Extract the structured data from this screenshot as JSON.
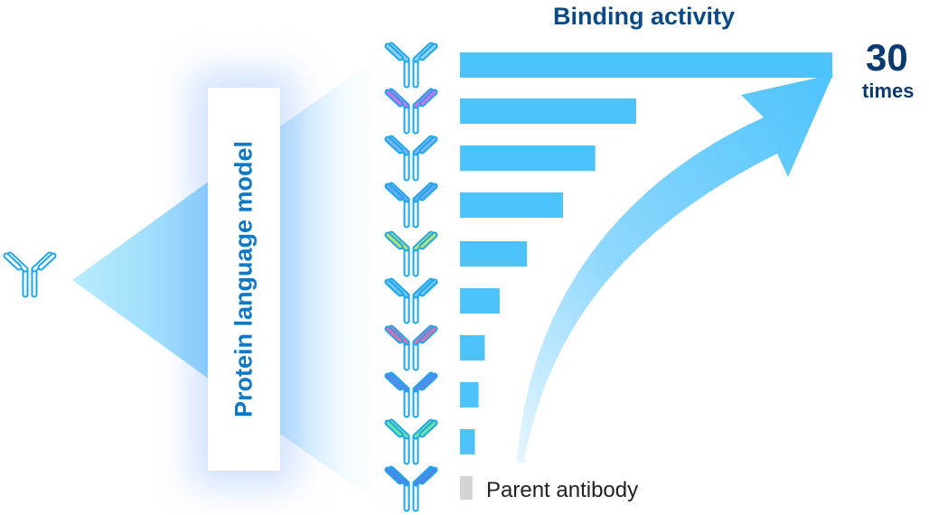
{
  "label_model": "Protein language model",
  "chart_data": {
    "type": "bar",
    "title": "Binding activity",
    "orientation": "horizontal",
    "values": [
      30,
      14.2,
      10.9,
      8.3,
      5.4,
      3.2,
      2.0,
      1.5,
      1.2,
      1
    ],
    "parent_label": "Parent antibody",
    "annotation_value": "30",
    "annotation_unit": "times",
    "bar_color": "#4dc3fc",
    "parent_color": "#d4d4d4"
  },
  "antibody_variants": [
    {
      "arm_color": "#8fd0f5"
    },
    {
      "arm_color": "#d86ee8"
    },
    {
      "arm_color": "#7cb3f0"
    },
    {
      "arm_color": "#6aa8f2"
    },
    {
      "arm_color": "#b7e36a"
    },
    {
      "arm_color": "#6ec3ee"
    },
    {
      "arm_color": "#e96aa6"
    },
    {
      "arm_color": "#6b7fe9"
    },
    {
      "arm_color": "#6fe3a0"
    },
    {
      "arm_color": "#5b7ee6"
    }
  ],
  "colors": {
    "accent": "#0b78c8",
    "antibody_outline": "#1aa7f0",
    "arrow": "#4dc3fc"
  }
}
